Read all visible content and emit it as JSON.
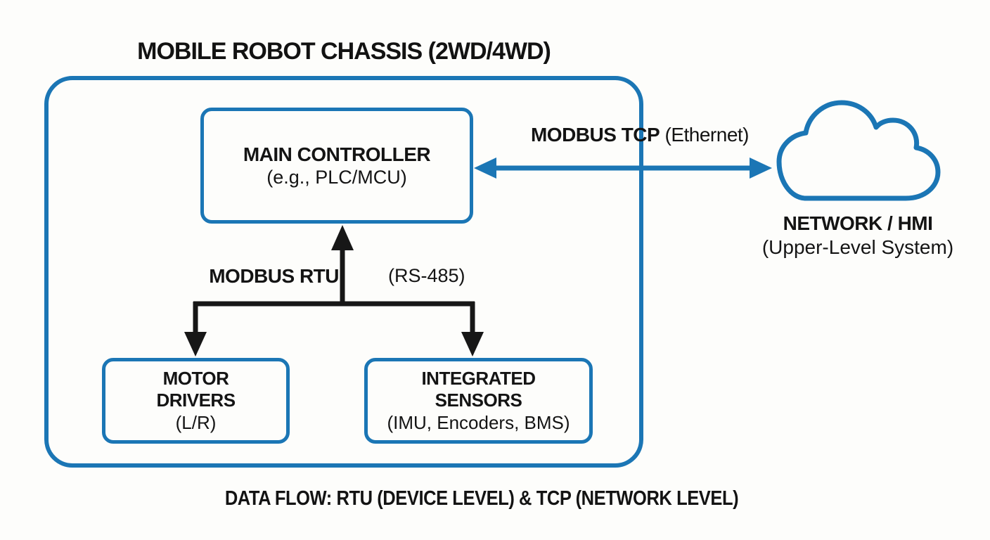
{
  "colors": {
    "accent_blue": "#1b76b5",
    "line_black": "#171717",
    "background": "#fdfdfb"
  },
  "title": "MOBILE ROBOT CHASSIS (2WD/4WD)",
  "chassis": {
    "main_controller": {
      "name": "MAIN CONTROLLER",
      "detail": "(e.g., PLC/MCU)"
    },
    "motor_drivers": {
      "name_line1": "MOTOR",
      "name_line2": "DRIVERS",
      "detail": "(L/R)"
    },
    "sensors": {
      "name_line1": "INTEGRATED",
      "name_line2": "SENSORS",
      "detail": "(IMU, Encoders, BMS)"
    }
  },
  "links": {
    "modbus_tcp": {
      "protocol": "MODBUS TCP",
      "medium": "(Ethernet)"
    },
    "modbus_rtu": {
      "protocol": "MODBUS RTU",
      "medium": "(RS-485)"
    }
  },
  "network": {
    "name": "NETWORK / HMI",
    "detail": "(Upper-Level System)"
  },
  "caption": "DATA FLOW: RTU (DEVICE LEVEL) & TCP (NETWORK LEVEL)"
}
